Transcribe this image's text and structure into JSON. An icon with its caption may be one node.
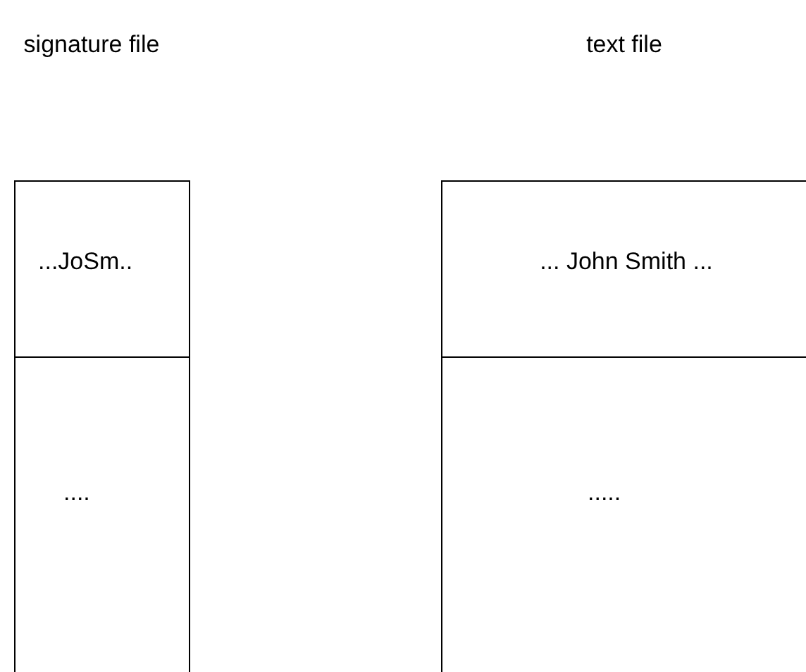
{
  "diagram": {
    "nodes": [
      {
        "text": [
          "signature file"
        ]
      },
      {
        "text": [
          "...JoSm.."
        ],
        "in": 0
      },
      {
        "text": [
          "...."
        ],
        "in": 0
      },
      {
        "text": [
          "text file"
        ]
      },
      {
        "text": [
          "... John Smith ..."
        ],
        "in": 3
      },
      {
        "text": [
          "....."
        ],
        "in": 3
      }
    ]
  }
}
